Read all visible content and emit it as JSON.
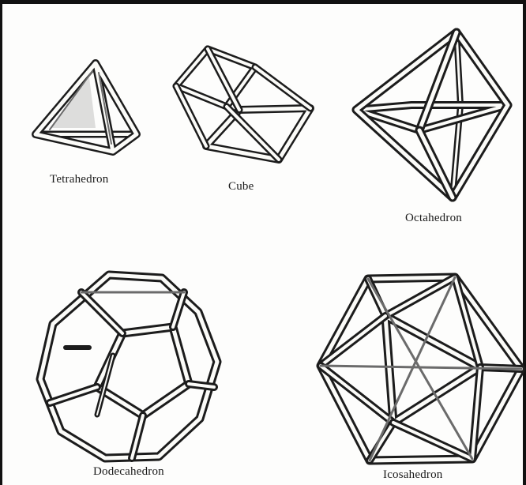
{
  "figure": {
    "solids": [
      {
        "id": "tetrahedron",
        "label": "Tetrahedron"
      },
      {
        "id": "cube",
        "label": "Cube"
      },
      {
        "id": "octahedron",
        "label": "Octahedron"
      },
      {
        "id": "dodecahedron",
        "label": "Dodecahedron"
      },
      {
        "id": "icosahedron",
        "label": "Icosahedron"
      }
    ]
  },
  "colors": {
    "ink": "#1c1c1c",
    "paper": "#fdfdfc",
    "frame": "#111111"
  }
}
